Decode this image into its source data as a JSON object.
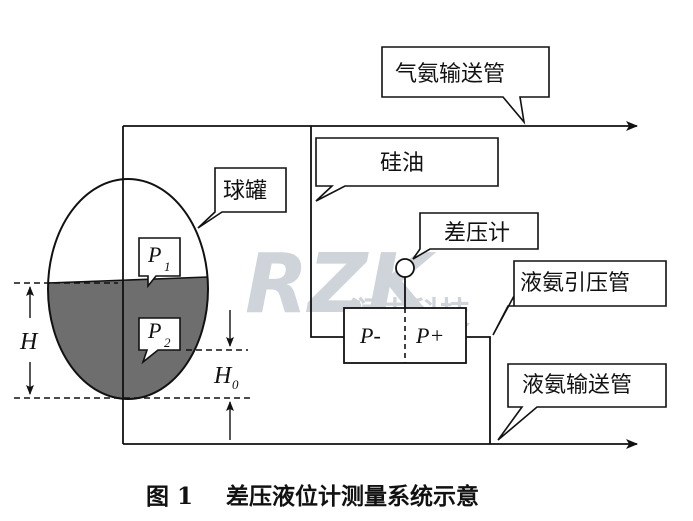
{
  "caption": {
    "figure_no": "图 1",
    "title": "差压液位计测量系统示意"
  },
  "callouts": {
    "gas_pipe": "气氨输送管",
    "silicone_oil": "硅油",
    "tank": "球罐",
    "dp_meter": "差压计",
    "liquid_impulse_pipe": "液氨引压管",
    "liquid_pipe": "液氨输送管"
  },
  "symbols": {
    "p1": "P",
    "p1_sub": "1",
    "p2": "P",
    "p2_sub": "2",
    "p_minus": "P-",
    "p_plus": "P+",
    "h": "H",
    "h0": "H",
    "h0_sub": "0"
  },
  "watermark": {
    "brand": "RZK",
    "brand_cn": "润中科技"
  },
  "colors": {
    "line": "#111111",
    "liquid": "#6e6e6e",
    "watermark": "#c9d0d6"
  }
}
